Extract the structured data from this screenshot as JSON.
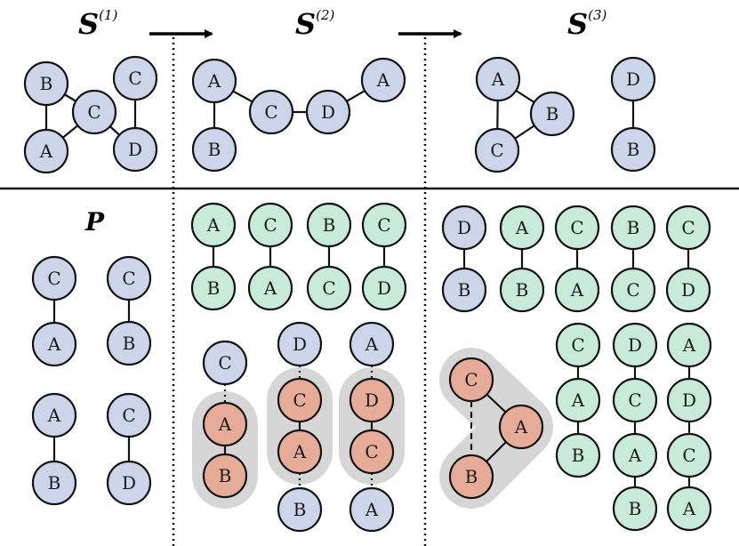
{
  "titles": {
    "s1": {
      "main": "S",
      "sup": "(1)"
    },
    "s2": {
      "main": "S",
      "sup": "(2)"
    },
    "s3": {
      "main": "S",
      "sup": "(3)"
    },
    "p": "P"
  },
  "colors": {
    "blue": "#cdd5ea",
    "green": "#c8ebd9",
    "salmon": "#e7ac98",
    "halo": "#d6d6d6",
    "stroke": "#111111"
  },
  "nodes": [
    {
      "id": "s1a",
      "label": "B",
      "c": "blue"
    },
    {
      "id": "s1b",
      "label": "A",
      "c": "blue"
    },
    {
      "id": "s1c",
      "label": "C",
      "c": "blue"
    },
    {
      "id": "s1d",
      "label": "C",
      "c": "blue"
    },
    {
      "id": "s1e",
      "label": "D",
      "c": "blue"
    },
    {
      "id": "s2a",
      "label": "A",
      "c": "blue"
    },
    {
      "id": "s2b",
      "label": "B",
      "c": "blue"
    },
    {
      "id": "s2c",
      "label": "C",
      "c": "blue"
    },
    {
      "id": "s2d",
      "label": "D",
      "c": "blue"
    },
    {
      "id": "s2e",
      "label": "A",
      "c": "blue"
    },
    {
      "id": "s3a",
      "label": "A",
      "c": "blue"
    },
    {
      "id": "s3b",
      "label": "B",
      "c": "blue"
    },
    {
      "id": "s3c",
      "label": "C",
      "c": "blue"
    },
    {
      "id": "s3d",
      "label": "D",
      "c": "blue"
    },
    {
      "id": "s3e",
      "label": "B",
      "c": "blue"
    },
    {
      "id": "p1",
      "label": "C",
      "c": "blue"
    },
    {
      "id": "p2",
      "label": "A",
      "c": "blue"
    },
    {
      "id": "p3",
      "label": "B",
      "c": "blue"
    },
    {
      "id": "p4",
      "label": "C",
      "c": "blue"
    },
    {
      "id": "p5",
      "label": "A",
      "c": "blue"
    },
    {
      "id": "p6",
      "label": "B",
      "c": "blue"
    },
    {
      "id": "p7",
      "label": "C",
      "c": "blue"
    },
    {
      "id": "p8",
      "label": "D",
      "c": "blue"
    },
    {
      "id": "g1",
      "label": "A",
      "c": "green"
    },
    {
      "id": "g2",
      "label": "B",
      "c": "green"
    },
    {
      "id": "g3",
      "label": "C",
      "c": "green"
    },
    {
      "id": "g4",
      "label": "A",
      "c": "green"
    },
    {
      "id": "g5",
      "label": "B",
      "c": "green"
    },
    {
      "id": "g6",
      "label": "C",
      "c": "green"
    },
    {
      "id": "g7",
      "label": "C",
      "c": "green"
    },
    {
      "id": "g8",
      "label": "D",
      "c": "green"
    },
    {
      "id": "m1a",
      "label": "C",
      "c": "blue"
    },
    {
      "id": "m1b",
      "label": "A",
      "c": "salmon"
    },
    {
      "id": "m1c",
      "label": "B",
      "c": "salmon"
    },
    {
      "id": "m2a",
      "label": "D",
      "c": "blue"
    },
    {
      "id": "m2b",
      "label": "C",
      "c": "salmon"
    },
    {
      "id": "m2c",
      "label": "A",
      "c": "salmon"
    },
    {
      "id": "m2d",
      "label": "B",
      "c": "blue"
    },
    {
      "id": "m3a",
      "label": "A",
      "c": "blue"
    },
    {
      "id": "m3b",
      "label": "D",
      "c": "salmon"
    },
    {
      "id": "m3c",
      "label": "C",
      "c": "salmon"
    },
    {
      "id": "m3d",
      "label": "A",
      "c": "blue"
    },
    {
      "id": "r1",
      "label": "D",
      "c": "blue"
    },
    {
      "id": "r2",
      "label": "B",
      "c": "blue"
    },
    {
      "id": "r3",
      "label": "A",
      "c": "green"
    },
    {
      "id": "r4",
      "label": "B",
      "c": "green"
    },
    {
      "id": "r5",
      "label": "C",
      "c": "green"
    },
    {
      "id": "r6",
      "label": "A",
      "c": "green"
    },
    {
      "id": "r7",
      "label": "B",
      "c": "green"
    },
    {
      "id": "r8",
      "label": "C",
      "c": "green"
    },
    {
      "id": "r9",
      "label": "C",
      "c": "green"
    },
    {
      "id": "r10",
      "label": "D",
      "c": "green"
    },
    {
      "id": "t1",
      "label": "C",
      "c": "salmon"
    },
    {
      "id": "t2",
      "label": "A",
      "c": "salmon"
    },
    {
      "id": "t3",
      "label": "B",
      "c": "salmon"
    },
    {
      "id": "c1a",
      "label": "C",
      "c": "green"
    },
    {
      "id": "c1b",
      "label": "A",
      "c": "green"
    },
    {
      "id": "c1c",
      "label": "B",
      "c": "green"
    },
    {
      "id": "c2a",
      "label": "D",
      "c": "green"
    },
    {
      "id": "c2b",
      "label": "C",
      "c": "green"
    },
    {
      "id": "c2c",
      "label": "A",
      "c": "green"
    },
    {
      "id": "c2d",
      "label": "B",
      "c": "green"
    },
    {
      "id": "c3a",
      "label": "A",
      "c": "green"
    },
    {
      "id": "c3b",
      "label": "D",
      "c": "green"
    },
    {
      "id": "c3c",
      "label": "C",
      "c": "green"
    },
    {
      "id": "c3d",
      "label": "A",
      "c": "green"
    }
  ],
  "edges": [
    [
      "s1a",
      "s1b",
      "solid"
    ],
    [
      "s1a",
      "s1c",
      "solid"
    ],
    [
      "s1b",
      "s1c",
      "solid"
    ],
    [
      "s1c",
      "s1e",
      "solid"
    ],
    [
      "s1d",
      "s1e",
      "solid"
    ],
    [
      "s2a",
      "s2b",
      "solid"
    ],
    [
      "s2a",
      "s2c",
      "solid"
    ],
    [
      "s2c",
      "s2d",
      "solid"
    ],
    [
      "s2d",
      "s2e",
      "solid"
    ],
    [
      "s3a",
      "s3b",
      "solid"
    ],
    [
      "s3a",
      "s3c",
      "solid"
    ],
    [
      "s3b",
      "s3c",
      "solid"
    ],
    [
      "s3d",
      "s3e",
      "solid"
    ],
    [
      "p1",
      "p2",
      "solid"
    ],
    [
      "p4",
      "p3",
      "solid"
    ],
    [
      "p5",
      "p6",
      "solid"
    ],
    [
      "p7",
      "p8",
      "solid"
    ],
    [
      "g1",
      "g2",
      "solid"
    ],
    [
      "g3",
      "g4",
      "solid"
    ],
    [
      "g5",
      "g6",
      "solid"
    ],
    [
      "g7",
      "g8",
      "solid"
    ],
    [
      "m1a",
      "m1b",
      "dotted"
    ],
    [
      "m1b",
      "m1c",
      "solid"
    ],
    [
      "m2a",
      "m2b",
      "dotted"
    ],
    [
      "m2b",
      "m2c",
      "solid"
    ],
    [
      "m2c",
      "m2d",
      "dotted"
    ],
    [
      "m3a",
      "m3b",
      "dotted"
    ],
    [
      "m3b",
      "m3c",
      "solid"
    ],
    [
      "m3c",
      "m3d",
      "dotted"
    ],
    [
      "r1",
      "r2",
      "solid"
    ],
    [
      "r3",
      "r4",
      "solid"
    ],
    [
      "r5",
      "r6",
      "solid"
    ],
    [
      "r7",
      "r8",
      "solid"
    ],
    [
      "r9",
      "r10",
      "solid"
    ],
    [
      "t1",
      "t2",
      "solid"
    ],
    [
      "t2",
      "t3",
      "solid"
    ],
    [
      "t1",
      "t3",
      "dashed"
    ],
    [
      "c1a",
      "c1b",
      "solid"
    ],
    [
      "c1b",
      "c1c",
      "solid"
    ],
    [
      "c2a",
      "c2b",
      "solid"
    ],
    [
      "c2b",
      "c2c",
      "solid"
    ],
    [
      "c2c",
      "c2d",
      "solid"
    ],
    [
      "c3a",
      "c3b",
      "solid"
    ],
    [
      "c3b",
      "c3c",
      "solid"
    ],
    [
      "c3c",
      "c3d",
      "solid"
    ]
  ],
  "halos": [
    [
      "m1b",
      "m1c"
    ],
    [
      "m2b",
      "m2c"
    ],
    [
      "m3b",
      "m3c"
    ],
    [
      "t1",
      "t2",
      "t3"
    ]
  ]
}
